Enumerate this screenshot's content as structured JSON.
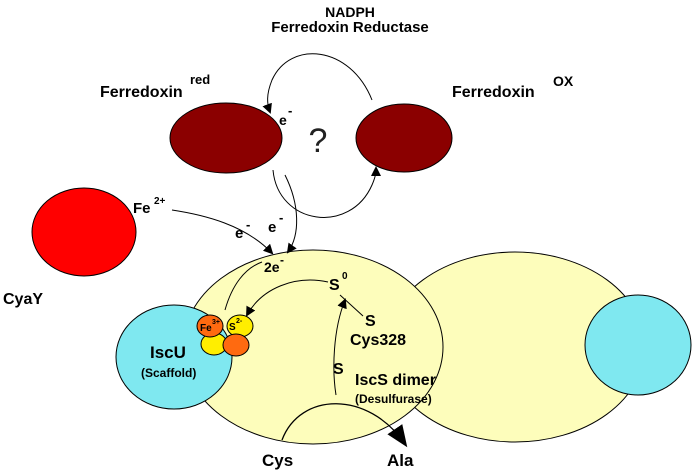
{
  "labels": {
    "nadph": "NADPH",
    "reductase": "Ferredoxin Reductase",
    "fd_red": "Ferredoxin",
    "fd_red_sup": "red",
    "fd_ox": "Ferredoxin",
    "fd_ox_sup": "OX",
    "electron_fd": "e",
    "electron_sup": "-",
    "question": "?",
    "fe": "Fe",
    "fe_sup": "2+",
    "e_left": "e",
    "e_right": "e",
    "two_e": "2e",
    "cyay": "CyaY",
    "s0": "S",
    "s0_sup": "0",
    "s_cys": "S",
    "cys328": "Cys328",
    "s_lower": "S",
    "iscs": "IscS dimer",
    "desulfurase": "(Desulfurase)",
    "iscu": "IscU",
    "scaffold": "(Scaffold)",
    "fe3": "Fe",
    "fe3_sup": "3+",
    "s2": "S",
    "s2_sup": "2-",
    "cys": "Cys",
    "ala": "Ala"
  },
  "colors": {
    "ferredoxin": "#8b0000",
    "cyay": "#ff0000",
    "iscs": "#fdfdbb",
    "iscu": "#7fe8f0",
    "cluster_fe": "#ff6a10",
    "cluster_s": "#ffee00"
  }
}
